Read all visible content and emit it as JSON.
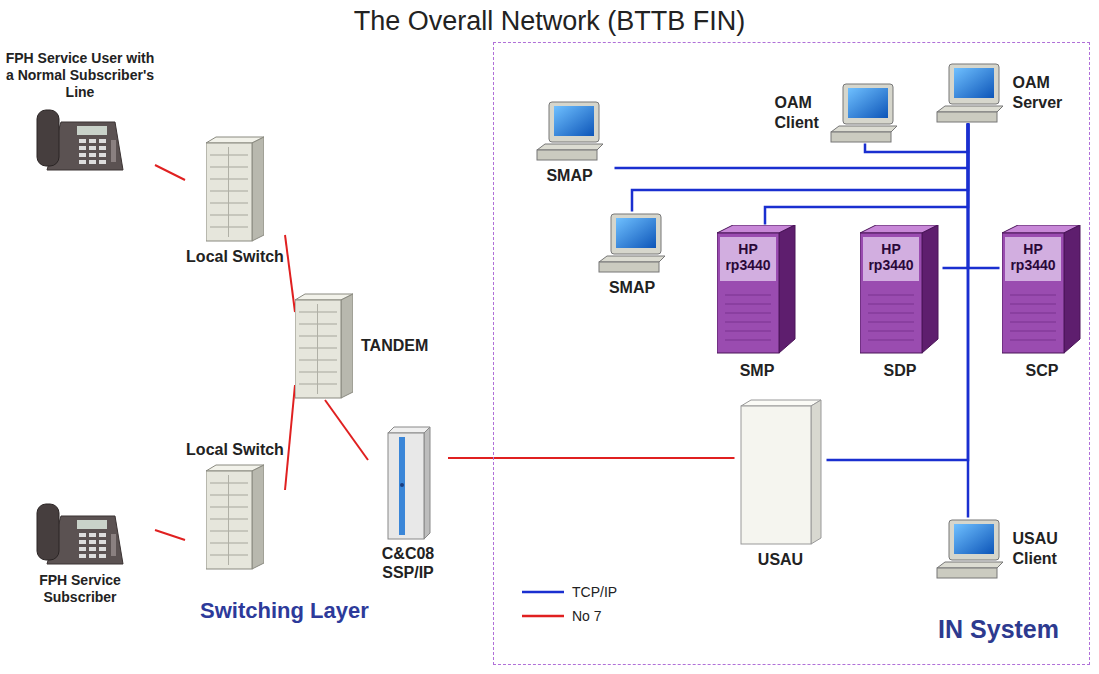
{
  "diagram": {
    "title": "The Overall Network (BTTB FIN)",
    "nodes": [
      {
        "text": [
          "FPH Service User with a Normal Subscriber's Line"
        ]
      },
      {
        "text": [
          "Local Switch"
        ]
      },
      {
        "text": [
          "TANDEM"
        ]
      },
      {
        "text": [
          "Local Switch"
        ]
      },
      {
        "text": [
          "FPH Service Subscriber"
        ]
      },
      {
        "text": [
          "C&C08 SSP/IP"
        ]
      },
      {
        "text": [
          "IN System"
        ]
      },
      {
        "text": [
          "OAM Client"
        ],
        "in": 6
      },
      {
        "text": [
          "OAM Server"
        ],
        "in": 6
      },
      {
        "text": [
          "SMAP"
        ],
        "in": 6
      },
      {
        "text": [
          "SMAP"
        ],
        "in": 6
      },
      {
        "text": [
          "HP rp3440",
          "SMP"
        ],
        "in": 6
      },
      {
        "text": [
          "HP rp3440",
          "SDP"
        ],
        "in": 6
      },
      {
        "text": [
          "HP rp3440",
          "SCP"
        ],
        "in": 6
      },
      {
        "text": [
          "USAU"
        ],
        "in": 6
      },
      {
        "text": [
          "USAU Client"
        ],
        "in": 6
      }
    ],
    "edges": [
      {
        "from": 0,
        "to": 1,
        "arrow": "none"
      },
      {
        "from": 1,
        "to": 2,
        "arrow": "none"
      },
      {
        "from": 3,
        "to": 2,
        "arrow": "none"
      },
      {
        "from": 4,
        "to": 3,
        "arrow": "none"
      },
      {
        "from": 2,
        "to": 5,
        "arrow": "none"
      },
      {
        "from": 5,
        "to": 14,
        "arrow": "none"
      },
      {
        "from": 7,
        "to": 8,
        "arrow": "none"
      },
      {
        "from": 9,
        "to": 8,
        "arrow": "none"
      },
      {
        "from": 10,
        "to": 8,
        "arrow": "none"
      },
      {
        "from": 11,
        "to": 8,
        "arrow": "none"
      },
      {
        "from": 12,
        "to": 8,
        "arrow": "none"
      },
      {
        "from": 13,
        "to": 8,
        "arrow": "none"
      },
      {
        "from": 14,
        "to": 8,
        "arrow": "none"
      },
      {
        "from": 15,
        "to": 8,
        "arrow": "none"
      }
    ],
    "labels": [
      "Switching Layer"
    ],
    "legend": [
      {
        "text": "TCP/IP"
      },
      {
        "text": "No 7"
      }
    ]
  }
}
